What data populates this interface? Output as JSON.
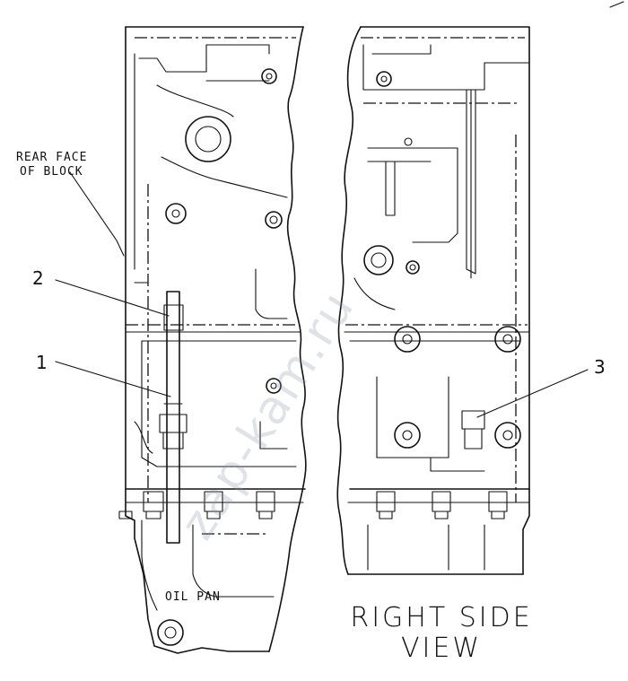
{
  "labels": {
    "rear_face_line1": "REAR FACE",
    "rear_face_line2": "OF BLOCK",
    "oil_pan": "OIL PAN",
    "view_line1": "RIGHT SIDE",
    "view_line2": "VIEW"
  },
  "callouts": {
    "c1": "1",
    "c2": "2",
    "c3": "3"
  },
  "watermark": "zap-kam.ru"
}
